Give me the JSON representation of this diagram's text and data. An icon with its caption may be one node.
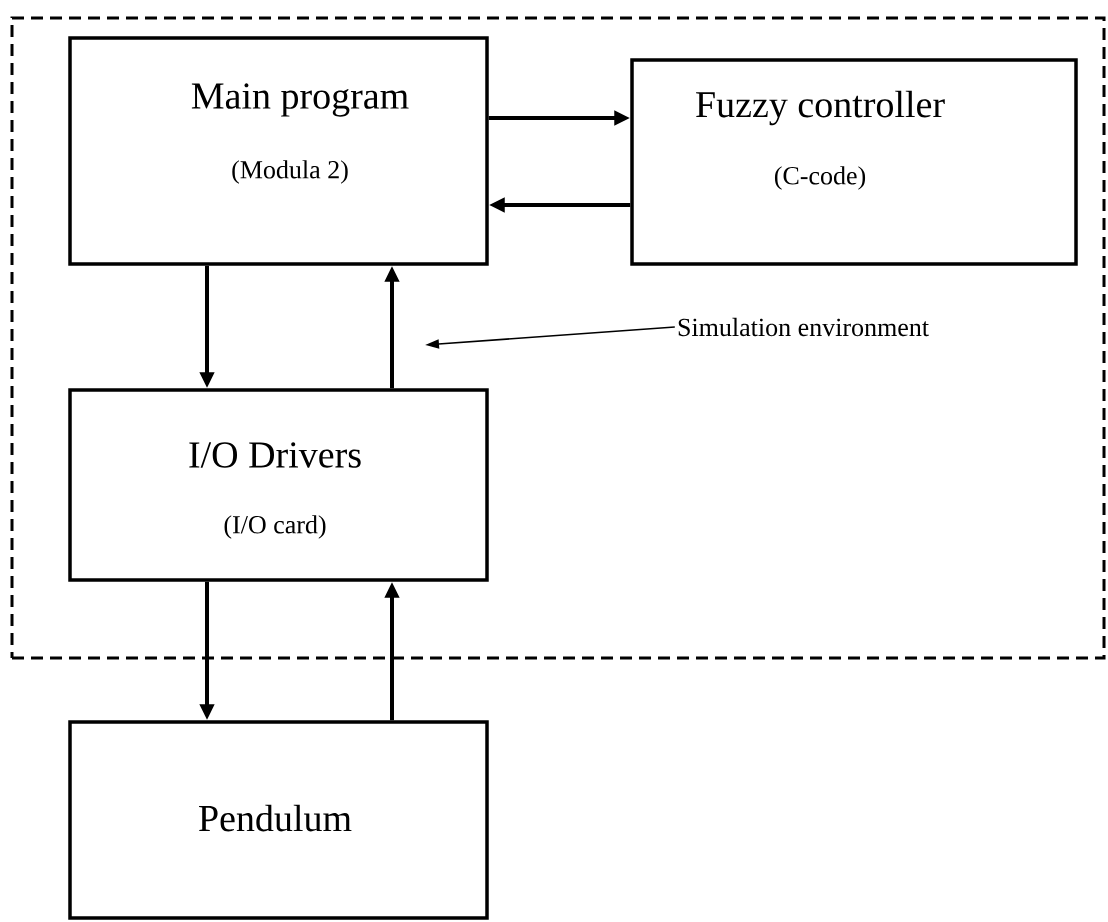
{
  "diagram": {
    "nodes": [
      {
        "text": [],
        "shape": "box"
      },
      {
        "text": [
          "Main program",
          "(Modula 2)"
        ],
        "in": 0
      },
      {
        "text": [
          "Fuzzy controller",
          "(C-code)"
        ],
        "in": 0
      },
      {
        "text": [
          "Simulation environment"
        ],
        "in": 0
      },
      {
        "text": [
          "I/O Drivers",
          "(I/O card)"
        ],
        "in": 0
      },
      {
        "text": [
          "Pendulum"
        ]
      }
    ],
    "edges": [
      {
        "from": 1,
        "to": 2,
        "arrow": "to"
      },
      {
        "from": 2,
        "to": 1,
        "arrow": "to"
      },
      {
        "from": 1,
        "to": 4,
        "arrow": "to"
      },
      {
        "from": 4,
        "to": 1,
        "arrow": "to"
      },
      {
        "from": 4,
        "to": 5,
        "arrow": "to"
      },
      {
        "from": 5,
        "to": 4,
        "arrow": "to"
      },
      {
        "from": 3,
        "to": null,
        "arrow": "to"
      }
    ]
  }
}
